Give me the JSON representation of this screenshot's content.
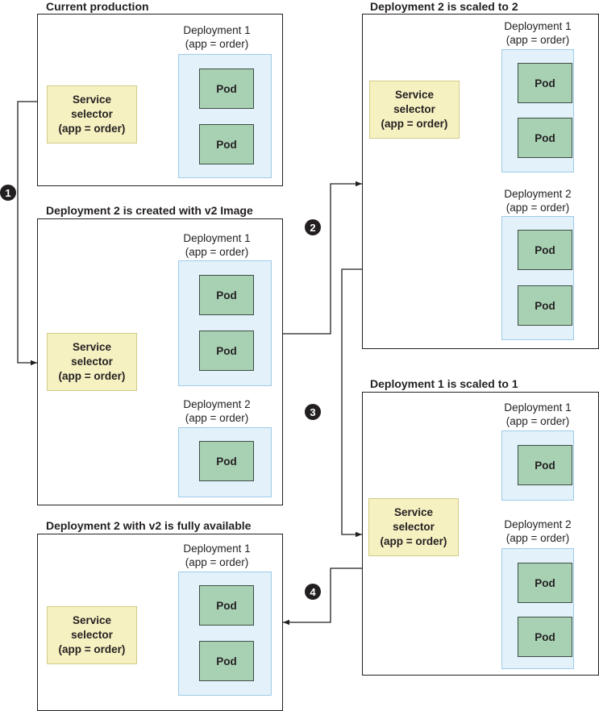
{
  "common": {
    "pod_label": "Pod",
    "service_line1": "Service",
    "service_line2": "selector",
    "service_line3": "(app = order)",
    "selector_text": "(app = order)"
  },
  "panels": {
    "current": {
      "title": "Current production",
      "deployment1": "Deployment 1"
    },
    "created": {
      "title": "Deployment 2 is created with v2 Image",
      "deployment1": "Deployment 1",
      "deployment2": "Deployment 2"
    },
    "scaled2": {
      "title": "Deployment 2 is scaled to 2",
      "deployment1": "Deployment 1",
      "deployment2": "Deployment 2"
    },
    "scaled1": {
      "title": "Deployment 1 is scaled to 1",
      "deployment1": "Deployment 1",
      "deployment2": "Deployment 2"
    },
    "available": {
      "title": "Deployment 2 with v2 is fully available",
      "deployment1": "Deployment 1"
    }
  },
  "steps": [
    "1",
    "2",
    "3",
    "4"
  ],
  "colors": {
    "service_fill": "#f6f1c1",
    "deployment_fill": "#e3f1fb",
    "pod_fill": "#a8d1b4",
    "line": "#231f20"
  }
}
